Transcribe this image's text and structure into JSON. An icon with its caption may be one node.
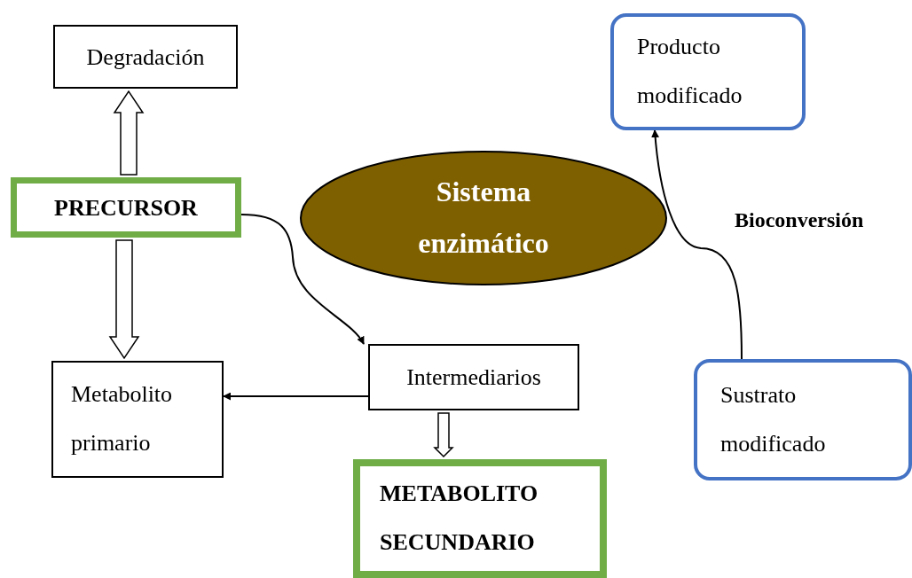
{
  "diagram": {
    "nodes": [
      {
        "text": [
          "Degradación"
        ]
      },
      {
        "text": [
          "PRECURSOR"
        ]
      },
      {
        "text": [
          "Sistema enzimático"
        ]
      },
      {
        "text": [
          "Producto modificado"
        ]
      },
      {
        "text": [
          "Metabolito primario"
        ]
      },
      {
        "text": [
          "Intermediarios"
        ]
      },
      {
        "text": [
          "METABOLITO SECUNDARIO"
        ]
      },
      {
        "text": [
          "Sustrato modificado"
        ]
      }
    ],
    "edges": [
      {
        "from": 1,
        "to": 0,
        "arrow": "to",
        "style": "thick"
      },
      {
        "from": 1,
        "to": 4,
        "arrow": "to",
        "style": "thick"
      },
      {
        "from": 1,
        "to": 5,
        "arrow": "to"
      },
      {
        "from": 5,
        "to": 4,
        "arrow": "to"
      },
      {
        "from": 5,
        "to": 6,
        "arrow": "to",
        "style": "thick"
      },
      {
        "from": 7,
        "to": 3,
        "arrow": "to"
      }
    ],
    "labels": [
      "Bioconversión"
    ]
  }
}
